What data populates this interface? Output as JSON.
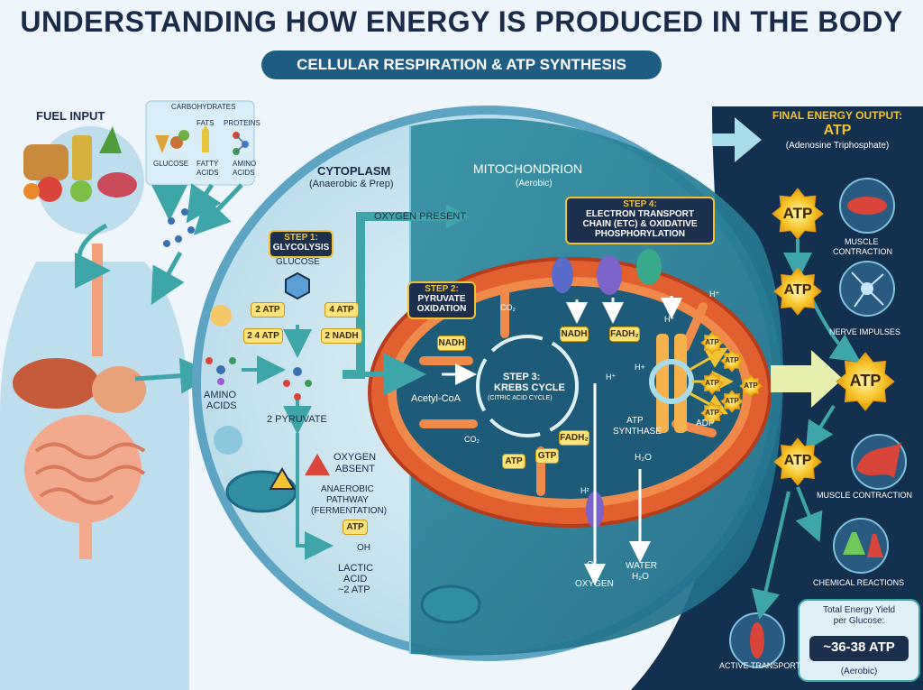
{
  "title": "UNDERSTANDING HOW ENERGY IS PRODUCED IN THE BODY",
  "subtitle": "CELLULAR RESPIRATION & ATP SYNTHESIS",
  "fuel": {
    "label": "FUEL INPUT",
    "carbs": "CARBOHYDRATES",
    "fats": "FATS",
    "proteins": "PROTEINS",
    "glucose": "GLUCOSE",
    "fatty_acids_1": "FATTY",
    "fatty_acids_2": "ACIDS",
    "amino_1": "AMINO",
    "amino_2": "ACIDS"
  },
  "cytoplasm": {
    "title": "CYTOPLASM",
    "sub": "(Anaerobic & Prep)",
    "step1_a": "STEP 1:",
    "step1_b": "GLYCOLYSIS",
    "glucose": "GLUCOSE",
    "atp_in_a": "2 ATP",
    "atp_in_b": "2 4 ATP",
    "atp_out": "4 ATP",
    "nadh_out": "2 NADH",
    "amino_a": "AMINO",
    "amino_b": "ACIDS",
    "pyruvate": "2 PYRUVATE",
    "oxygen_present": "OXYGEN PRESENT",
    "oxygen_absent_a": "OXYGEN",
    "oxygen_absent_b": "ABSENT",
    "anaerobic_a": "ANAEROBIC",
    "anaerobic_b": "PATHWAY",
    "anaerobic_c": "(FERMENTATION)",
    "atp_small": "ATP",
    "oh": "OH",
    "lactic_a": "LACTIC",
    "lactic_b": "ACID",
    "lactic_c": "~2 ATP"
  },
  "mito": {
    "title": "MITOCHONDRION",
    "sub": "(Aerobic)",
    "step2_a": "STEP 2:",
    "step2_b": "PYRUVATE",
    "step2_c": "OXIDATION",
    "step4_a": "STEP 4:",
    "step4_b": "ELECTRON TRANSPORT",
    "step4_c": "CHAIN (ETC) & OXIDATIVE",
    "step4_d": "PHOSPHORYLATION",
    "co2": "CO₂",
    "nadh": "NADH",
    "acetyl": "Acetyl-CoA",
    "step3_a": "STEP 3:",
    "step3_b": "KREBS CYCLE",
    "step3_c": "(CITRIC ACID CYCLE)",
    "fadh2": "FADH₂",
    "atp": "ATP",
    "gtp": "GTP",
    "hplus": "H⁺",
    "hplus2": "H+",
    "synthase_a": "ATP",
    "synthase_b": "SYNTHASE",
    "adp": "ADP",
    "h2o": "H₂O",
    "h2": "H²",
    "o2": "O₂",
    "oxygen": "OXYGEN",
    "water_a": "WATER",
    "water_b": "H₂O"
  },
  "output": {
    "head_a": "FINAL ENERGY OUTPUT:",
    "head_b": "ATP",
    "head_c": "(Adenosine Triphosphate)",
    "atp": "ATP",
    "muscle_a": "MUSCLE",
    "muscle_b": "CONTRACTION",
    "nerve": "NERVE IMPULSES",
    "muscle2": "MUSCLE CONTRACTION",
    "chemical": "CHEMICAL REACTIONS",
    "active": "ACTIVE TRANSPORT",
    "total_a": "Total Energy Yield",
    "total_b": "per Glucose:",
    "total_c": "~36-38 ATP",
    "total_d": "(Aerobic)"
  },
  "colors": {
    "navy": "#1c2f4d",
    "cell_fill": "#cfe8f2",
    "mito_outer": "#e2602f",
    "gold": "#f1c232",
    "arrow_teal": "#3ea6a8",
    "output_bg": "#14304f"
  }
}
